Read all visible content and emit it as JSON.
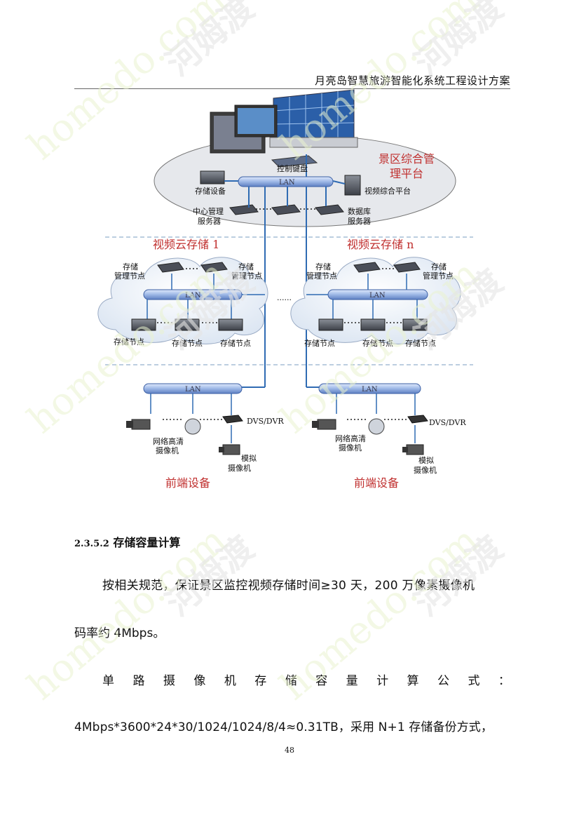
{
  "header": {
    "title": "月亮岛智慧旅游智能化系统工程设计方案"
  },
  "diagram": {
    "platform_label_1": "景区综合管",
    "platform_label_2": "理平台",
    "keyboard": "控制键盘",
    "storage_device": "存储设备",
    "video_platform": "视频综合平台",
    "center_server_1": "中心管理",
    "center_server_2": "服务器",
    "db_server_1": "数据库",
    "db_server_2": "服务器",
    "lan": "LAN",
    "cloud1_title": "视频云存储  1",
    "cloudn_title": "视频云存储  n",
    "storage_mgmt_1": "存储",
    "storage_mgmt_2": "管理节点",
    "storage_node": "存储节点",
    "ellipsis": "......",
    "dvs": "DVS/DVR",
    "ipcam_1": "网络高清",
    "ipcam_2": "摄像机",
    "analog_1": "模拟",
    "analog_2": "摄像机",
    "front_end": "前端设备"
  },
  "section": {
    "number": "2.3.5.2",
    "title": "存储容量计算"
  },
  "paragraphs": {
    "p1": "按相关规范，保证景区监控视频存储时间≥30 天，200 万像素摄像机",
    "p2": "码率约 4Mbps。",
    "p3": [
      "单",
      "路",
      "摄",
      "像",
      "机",
      "存",
      "储",
      "容",
      "量",
      "计",
      "算",
      "公",
      "式",
      "："
    ],
    "p4": "4Mbps*3600*24*30/1024/1024/8/4≈0.31TB，采用 N+1 存储备份方式，"
  },
  "page_number": "48",
  "watermark": {
    "text": "homedo.com",
    "brand": "河姆渡"
  }
}
